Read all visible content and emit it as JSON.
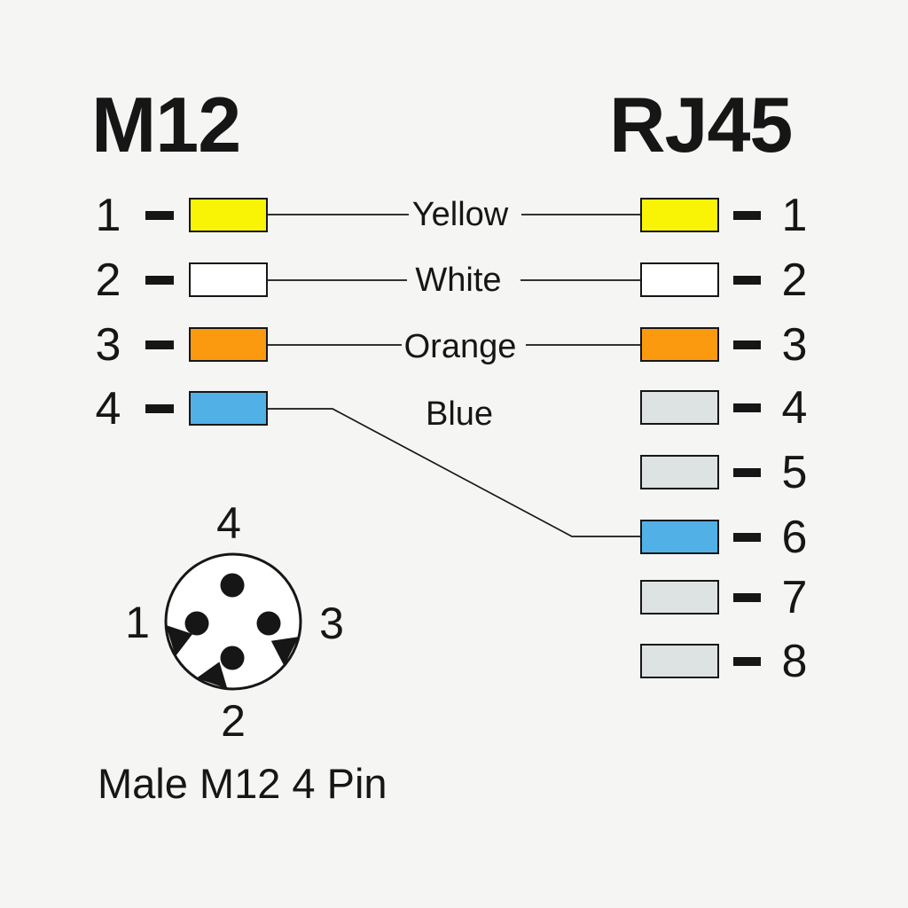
{
  "diagram": {
    "type": "cable-pinout",
    "background": "#f5f5f3",
    "line_color": "#161616"
  },
  "left_connector": {
    "title": "M12",
    "pins": [
      {
        "number": "1",
        "wire": "Yellow",
        "color": "#f9f406"
      },
      {
        "number": "2",
        "wire": "White",
        "color": "#ffffff"
      },
      {
        "number": "3",
        "wire": "Orange",
        "color": "#fb9a0f"
      },
      {
        "number": "4",
        "wire": "Blue",
        "color": "#51b1e7"
      }
    ]
  },
  "right_connector": {
    "title": "RJ45",
    "pins": [
      {
        "number": "1",
        "wire": "Yellow",
        "color": "#f9f406"
      },
      {
        "number": "2",
        "wire": "White",
        "color": "#ffffff"
      },
      {
        "number": "3",
        "wire": "Orange",
        "color": "#fb9a0f"
      },
      {
        "number": "4",
        "wire": "",
        "color": "#dde2e2"
      },
      {
        "number": "5",
        "wire": "",
        "color": "#dde2e2"
      },
      {
        "number": "6",
        "wire": "Blue",
        "color": "#51b1e7"
      },
      {
        "number": "7",
        "wire": "",
        "color": "#dde2e2"
      },
      {
        "number": "8",
        "wire": "",
        "color": "#dde2e2"
      }
    ]
  },
  "wires": [
    {
      "label": "Yellow",
      "m12_pin": "1",
      "rj45_pin": "1"
    },
    {
      "label": "White",
      "m12_pin": "2",
      "rj45_pin": "2"
    },
    {
      "label": "Orange",
      "m12_pin": "3",
      "rj45_pin": "3"
    },
    {
      "label": "Blue",
      "m12_pin": "4",
      "rj45_pin": "6"
    }
  ],
  "connector_face": {
    "top_label": "4",
    "left_label": "1",
    "right_label": "3",
    "bottom_label": "2",
    "caption": "Male M12 4 Pin"
  }
}
